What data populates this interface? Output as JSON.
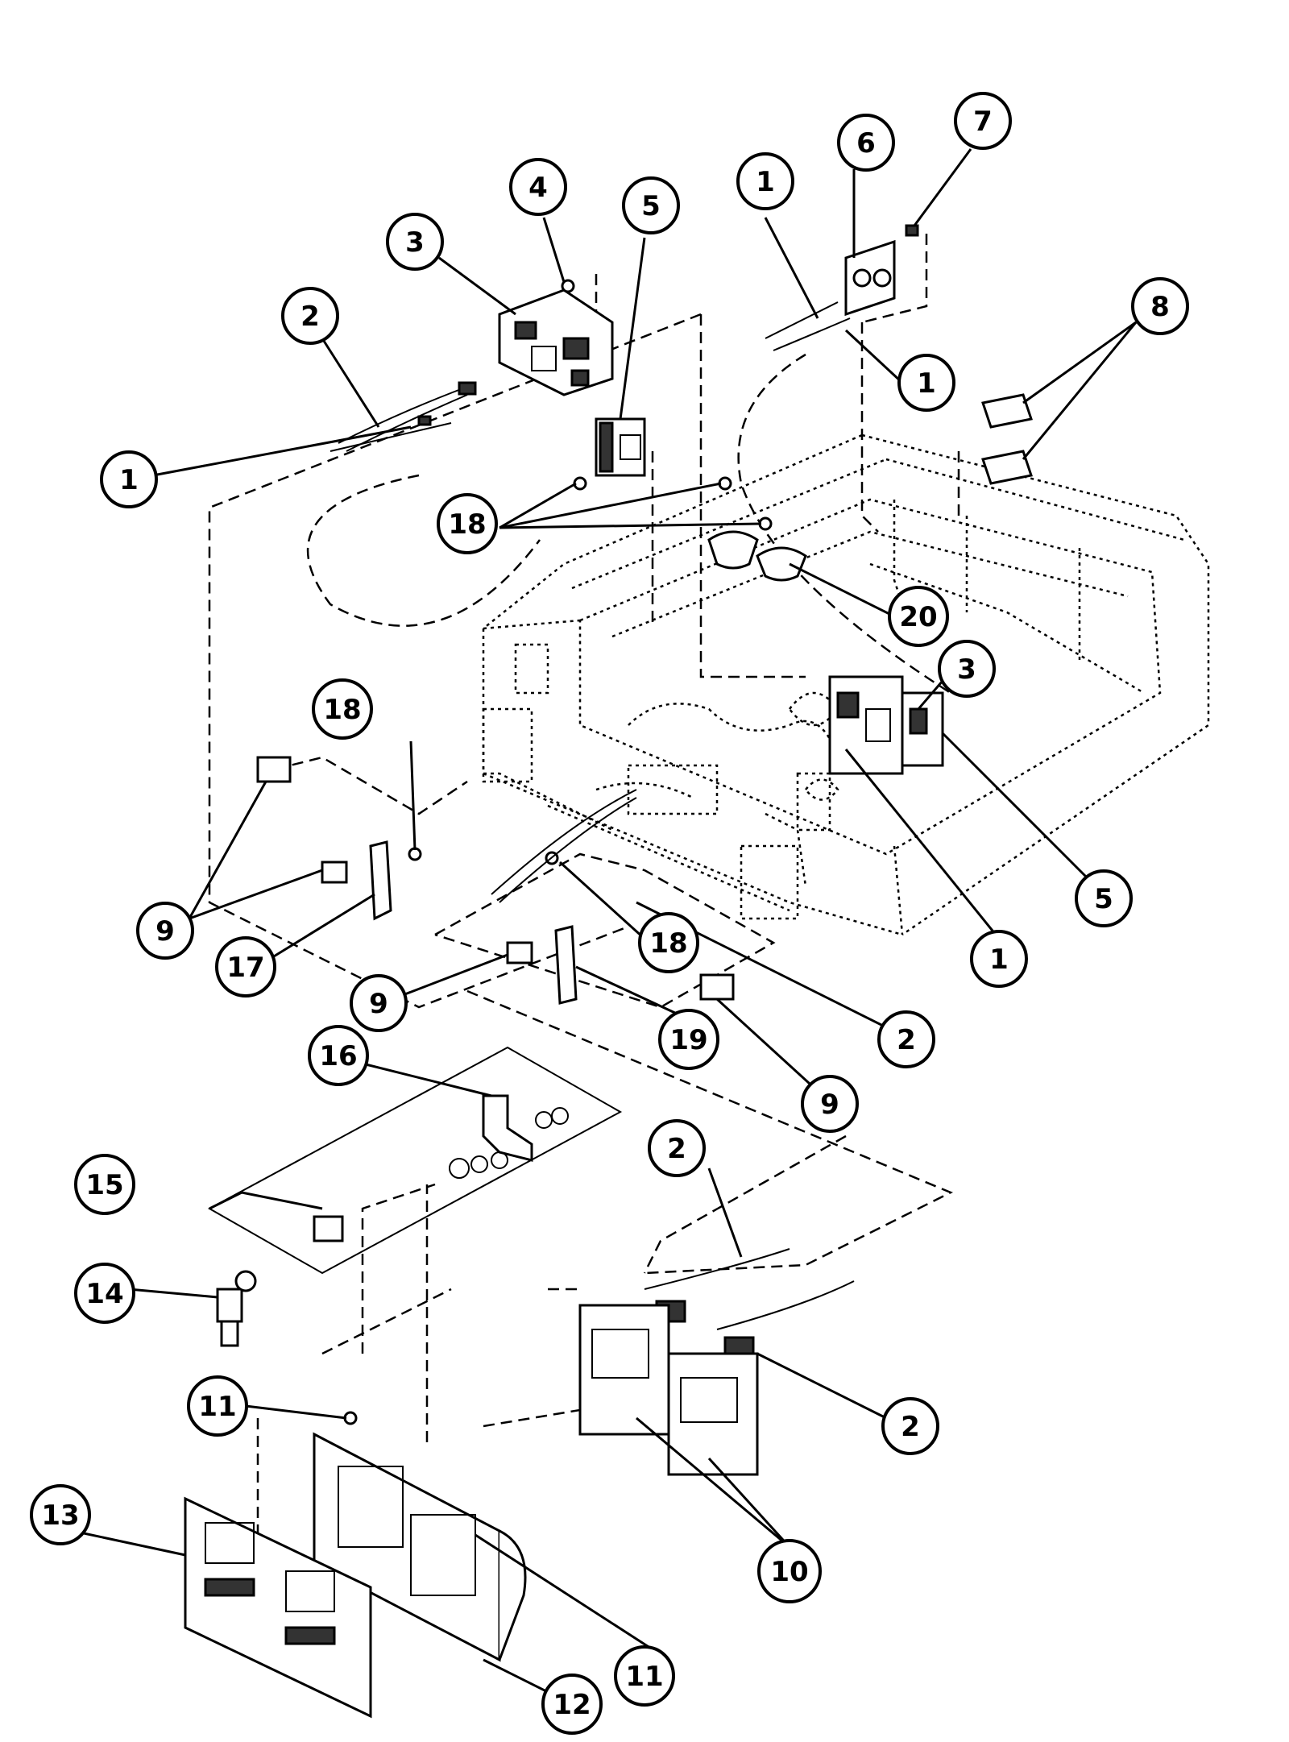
{
  "callouts": [
    {
      "id": "c-1a",
      "label": "1"
    },
    {
      "id": "c-1b",
      "label": "1"
    },
    {
      "id": "c-1c",
      "label": "1"
    },
    {
      "id": "c-1d",
      "label": "1"
    },
    {
      "id": "c-2a",
      "label": "2"
    },
    {
      "id": "c-2b",
      "label": "2"
    },
    {
      "id": "c-2c",
      "label": "2"
    },
    {
      "id": "c-2d",
      "label": "2"
    },
    {
      "id": "c-3a",
      "label": "3"
    },
    {
      "id": "c-3b",
      "label": "3"
    },
    {
      "id": "c-4",
      "label": "4"
    },
    {
      "id": "c-5a",
      "label": "5"
    },
    {
      "id": "c-5b",
      "label": "5"
    },
    {
      "id": "c-6",
      "label": "6"
    },
    {
      "id": "c-7",
      "label": "7"
    },
    {
      "id": "c-8",
      "label": "8"
    },
    {
      "id": "c-9a",
      "label": "9"
    },
    {
      "id": "c-9b",
      "label": "9"
    },
    {
      "id": "c-9c",
      "label": "9"
    },
    {
      "id": "c-10",
      "label": "10"
    },
    {
      "id": "c-11a",
      "label": "11"
    },
    {
      "id": "c-11b",
      "label": "11"
    },
    {
      "id": "c-12",
      "label": "12"
    },
    {
      "id": "c-13",
      "label": "13"
    },
    {
      "id": "c-14",
      "label": "14"
    },
    {
      "id": "c-15",
      "label": "15"
    },
    {
      "id": "c-16",
      "label": "16"
    },
    {
      "id": "c-17",
      "label": "17"
    },
    {
      "id": "c-18a",
      "label": "18"
    },
    {
      "id": "c-18b",
      "label": "18"
    },
    {
      "id": "c-18c",
      "label": "18"
    },
    {
      "id": "c-19",
      "label": "19"
    },
    {
      "id": "c-20",
      "label": "20"
    }
  ]
}
